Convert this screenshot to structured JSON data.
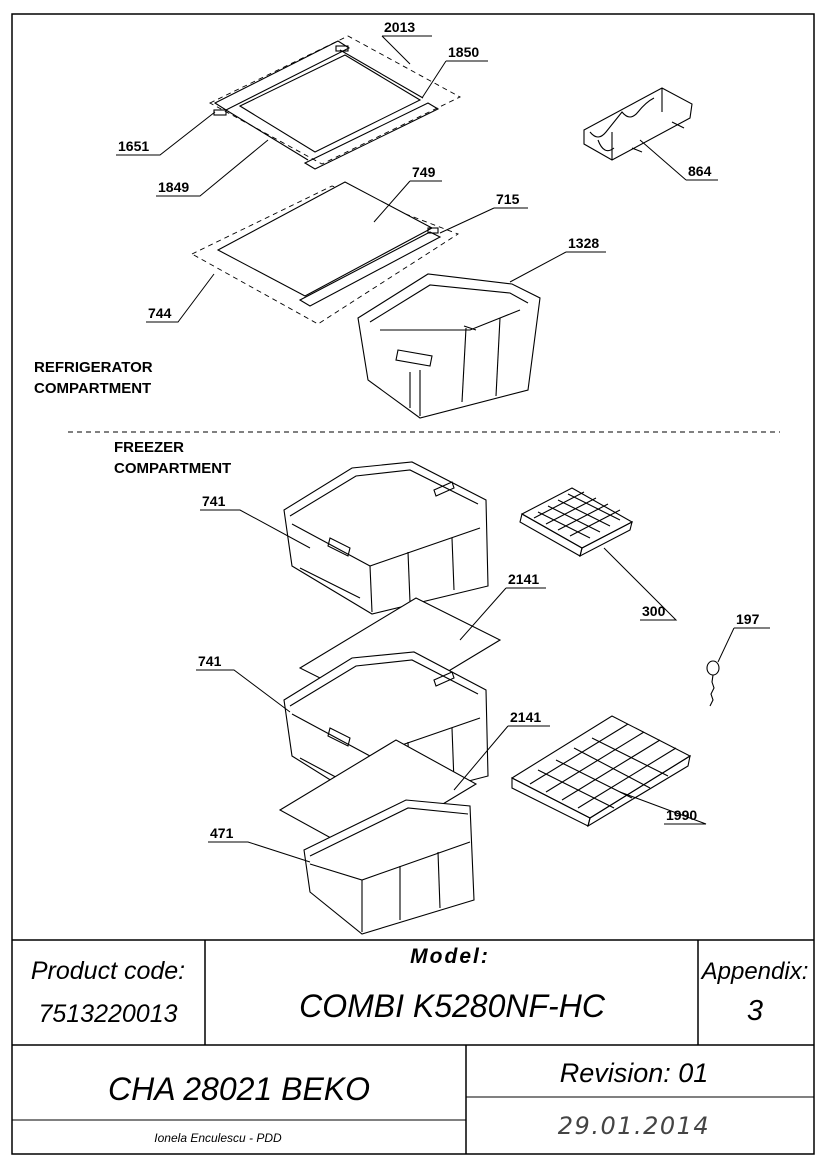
{
  "sections": {
    "refrigerator": [
      "REFRIGERATOR",
      "COMPARTMENT"
    ],
    "freezer": [
      "FREEZER",
      "COMPARTMENT"
    ]
  },
  "callouts": {
    "c2013": "2013",
    "c1850": "1850",
    "c1651": "1651",
    "c1849": "1849",
    "c864": "864",
    "c749": "749",
    "c715": "715",
    "c1328": "1328",
    "c744": "744",
    "c741a": "741",
    "c2141a": "2141",
    "c300": "300",
    "c197": "197",
    "c741b": "741",
    "c2141b": "2141",
    "c1990": "1990",
    "c471": "471"
  },
  "title_block": {
    "product_code_label": "Product code:",
    "product_code": "7513220013",
    "model_label": "Model:",
    "model": "COMBI K5280NF-HC",
    "appendix_label": "Appendix:",
    "appendix": "3",
    "document": "CHA 28021 BEKO",
    "revision": "Revision: 01",
    "author": "Ionela Enculescu - PDD",
    "date": "29.01.2014"
  }
}
